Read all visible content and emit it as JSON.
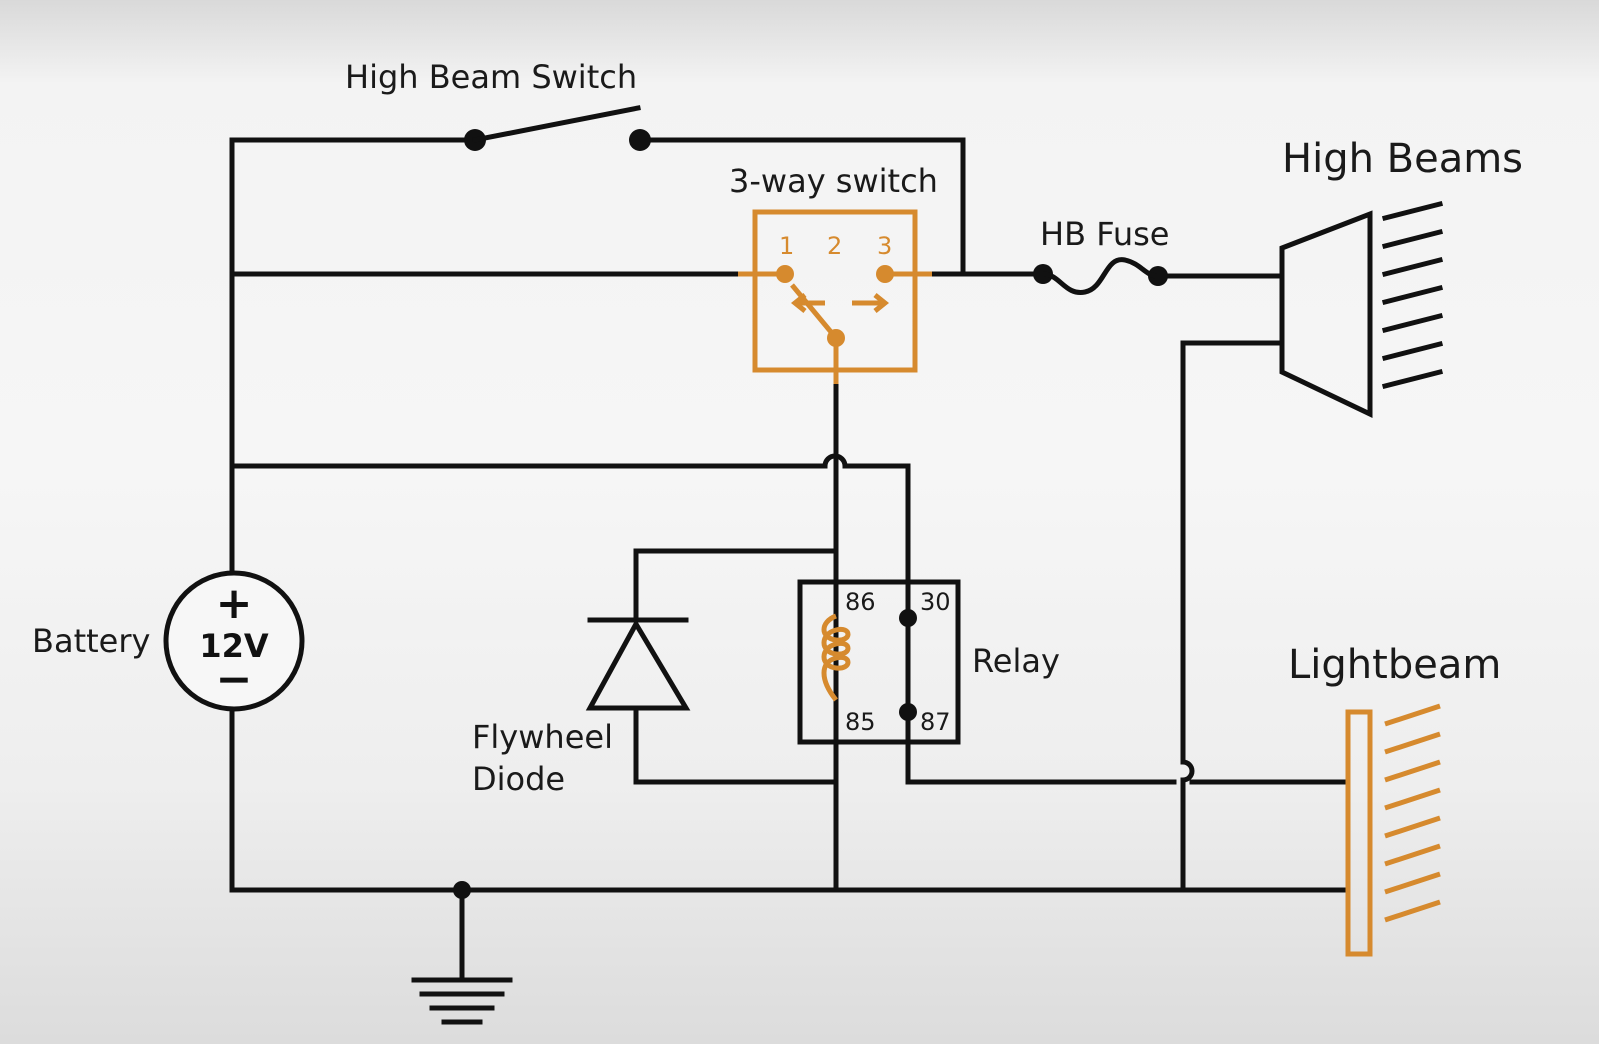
{
  "labels": {
    "high_beam_switch": "High Beam Switch",
    "three_way_switch": "3-way switch",
    "switch_pin_1": "1",
    "switch_pin_2": "2",
    "switch_pin_3": "3",
    "hb_fuse": "HB Fuse",
    "high_beams": "High Beams",
    "battery": "Battery",
    "battery_plus": "+",
    "battery_voltage": "12V",
    "battery_minus": "−",
    "relay": "Relay",
    "relay_pin_86": "86",
    "relay_pin_30": "30",
    "relay_pin_85": "85",
    "relay_pin_87": "87",
    "flywheel_diode_line1": "Flywheel",
    "flywheel_diode_line2": "Diode",
    "lightbeam": "Lightbeam"
  },
  "colors": {
    "wire": "#111111",
    "accent": "#d68a2e"
  }
}
